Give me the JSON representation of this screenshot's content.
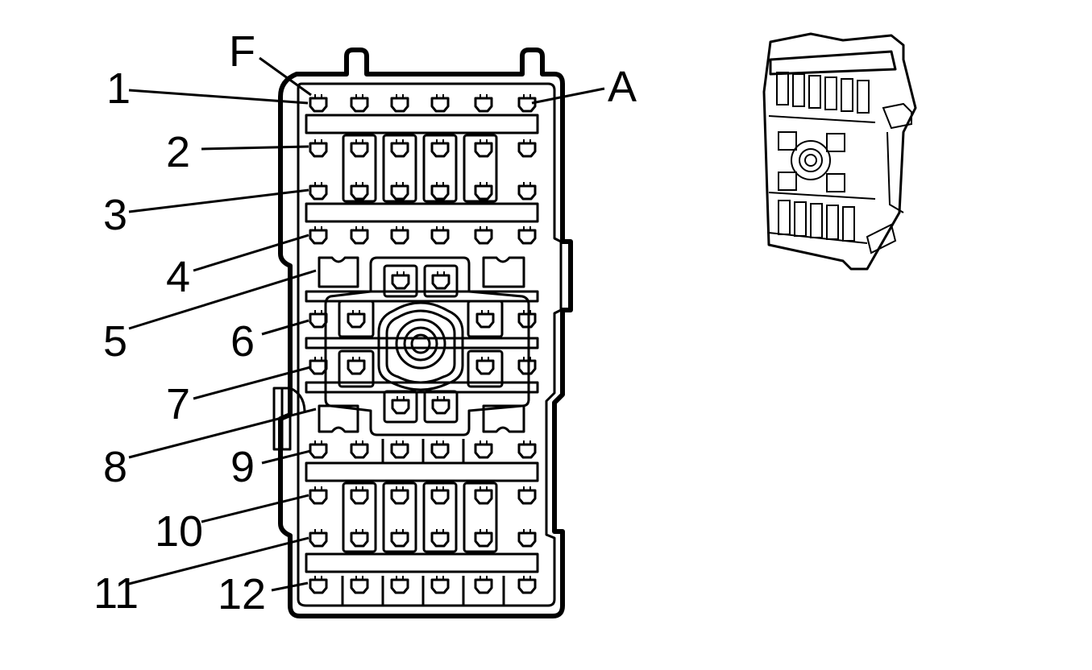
{
  "diagram": {
    "column_labels": {
      "left": "F",
      "right": "A"
    },
    "row_labels": [
      "1",
      "2",
      "3",
      "4",
      "5",
      "6",
      "7",
      "8",
      "9",
      "10",
      "11",
      "12"
    ]
  }
}
